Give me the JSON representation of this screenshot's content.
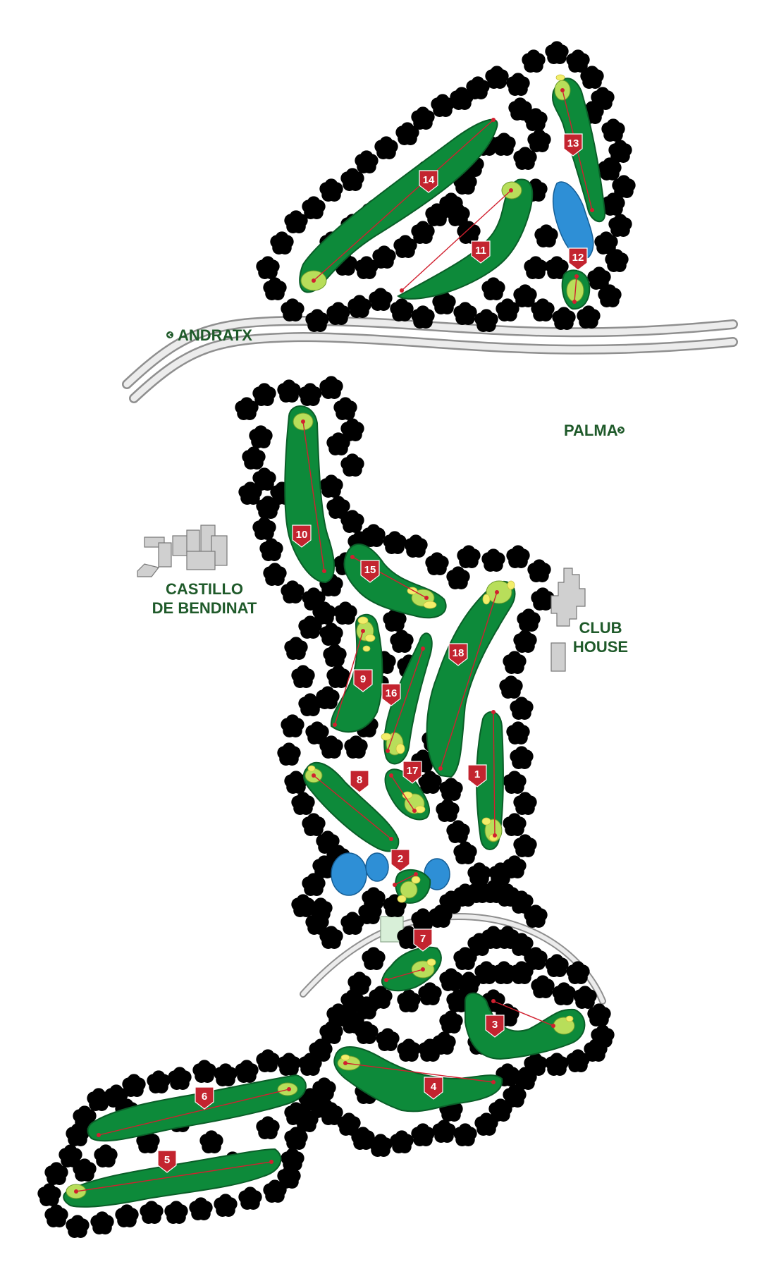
{
  "map": {
    "labels": {
      "andratx": "ANDRATX",
      "palma": "PALMA",
      "castillo_line1": "CASTILLO",
      "castillo_line2": "DE BENDINAT",
      "club_line1": "CLUB",
      "club_line2": "HOUSE"
    },
    "holes": [
      {
        "num": "1"
      },
      {
        "num": "2"
      },
      {
        "num": "3"
      },
      {
        "num": "4"
      },
      {
        "num": "5"
      },
      {
        "num": "6"
      },
      {
        "num": "7"
      },
      {
        "num": "8"
      },
      {
        "num": "9"
      },
      {
        "num": "10"
      },
      {
        "num": "11"
      },
      {
        "num": "12"
      },
      {
        "num": "13"
      },
      {
        "num": "14"
      },
      {
        "num": "15"
      },
      {
        "num": "16"
      },
      {
        "num": "17"
      },
      {
        "num": "18"
      }
    ],
    "colors": {
      "fairway": "#0d8a3a",
      "tree": "#7cc142",
      "green": "#b8de5a",
      "bunker": "#f2ee6a",
      "water": "#2e8fd6",
      "flag": "#c3242f",
      "label": "#1f5a2a",
      "road": "#8f8f8f"
    },
    "icons": [
      "tree-icon",
      "hole-flag-icon",
      "arrow-left-icon",
      "arrow-right-icon",
      "building-icon"
    ]
  }
}
